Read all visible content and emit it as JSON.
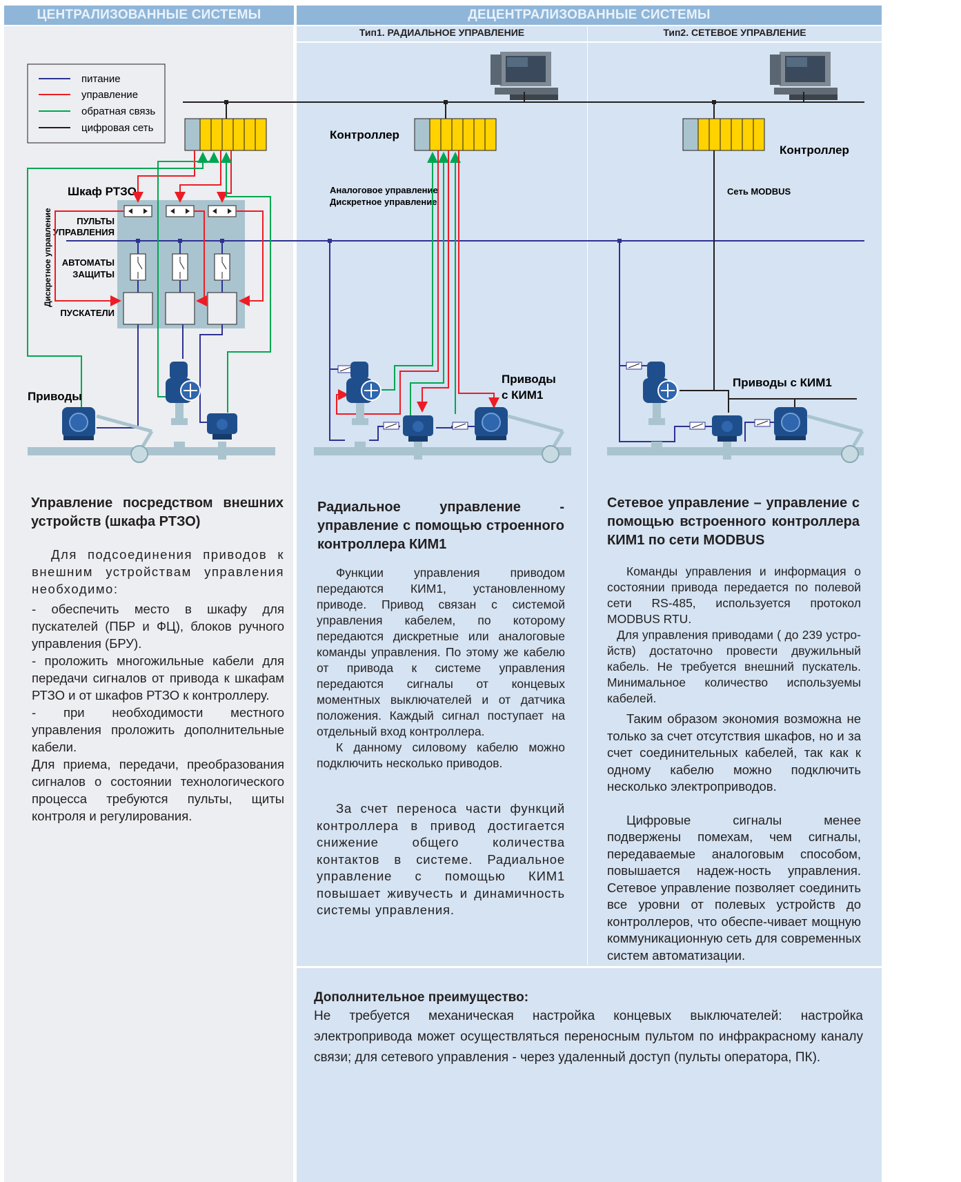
{
  "headers": {
    "centralized": "ЦЕНТРАЛИЗОВАННЫЕ СИСТЕМЫ",
    "decentralized": "ДЕЦЕНТРАЛИЗОВАННЫЕ СИСТЕМЫ",
    "type1": "Тип1. РАДИАЛЬНОЕ УПРАВЛЕНИЕ",
    "type2": "Тип2. СЕТЕВОЕ УПРАВЛЕНИЕ"
  },
  "legend": [
    {
      "label": "питание",
      "color": "#2e3192"
    },
    {
      "label": "управление",
      "color": "#ed1c24"
    },
    {
      "label": "обратная связь",
      "color": "#00a651"
    },
    {
      "label": "цифровая сеть",
      "color": "#231f20"
    }
  ],
  "diagram_labels": {
    "cabinet": "Шкаф РТЗО",
    "discrete_control_vertical": "Дискретное управление",
    "control_panels_1": "ПУЛЬТЫ",
    "control_panels_2": "УПРАВЛЕНИЯ",
    "breakers_1": "АВТОМАТЫ",
    "breakers_2": "ЗАЩИТЫ",
    "starters": "ПУСКАТЕЛИ",
    "drives": "Приводы",
    "controller_1": "Контроллер",
    "analog_control": "Аналоговое управление",
    "discrete_control": "Дискретное управление",
    "drives_kim_1a": "Приводы",
    "drives_kim_1b": "с КИМ1",
    "controller_2": "Контроллер",
    "modbus_net": "Сеть MODBUS",
    "drives_kim_2": "Приводы с КИМ1"
  },
  "colors": {
    "header_blue": "#8fb6d8",
    "panel_left": "#eceef1",
    "panel_right": "#d5e3f2",
    "power": "#2e3192",
    "control": "#ed1c24",
    "feedback": "#00a651",
    "network": "#231f20",
    "controller_yellow": "#ffd200",
    "pipe": "#a9c4cf",
    "device": "#1f4e8c"
  },
  "col1": {
    "heading": "Управление посредством внешних устройств (шкафа РТЗО)",
    "paragraphs": [
      "Для подсоединения приводов к внешним устройствам управления необходимо:",
      "- обеспечить место в шкафу для пускателей (ПБР и ФЦ), блоков ручного управления (БРУ).",
      "- проложить многожильные кабели для передачи сигналов от привода к шкафам РТЗО и от шкафов РТЗО к контроллеру.",
      "- при необходимости местного управления проложить дополнительные кабели.",
      "Для приема, передачи, преобразования сигналов о состоянии технологического процесса требуются пульты, щиты контроля и регулирования."
    ]
  },
  "col2": {
    "heading": "Радиальное управление - управление с помощью строенного контроллера КИМ1",
    "paragraphs": [
      "Функции управления приводом передаются КИМ1, установленному приводе. Привод связан с системой управления кабелем, по которому передаются дискретные или аналоговые команды управления. По этому же кабелю от привода к системе управления передаются сигналы от концевых моментных выключателей и от датчика положения. Каждый сигнал поступает на отдельный вход контроллера.",
      "К данному силовому кабелю можно подключить несколько приводов.",
      "За счет переноса части функций контроллера в привод достигается снижение общего количества контактов в системе. Радиальное управление с помощью КИМ1 повышает живучесть и динамичность системы управления."
    ]
  },
  "col3": {
    "heading": "Сетевое управление – управление с помощью встроенного контроллера КИМ1 по сети MODBUS",
    "paragraphs": [
      "Команды управления и информация о состоянии привода передается по полевой сети RS-485, используется протокол MODBUS RTU.",
      "Для управления приводами ( до 239 устро-йств) достаточно провести двужильный кабель. Не требуется внешний пускатель. Минимальное количество используемы кабелей.",
      "Таким образом экономия возможна не только за счет отсутствия шкафов, но и за счет соединительных кабелей, так как к одному кабелю можно подключить несколько электроприводов.",
      "Цифровые сигналы менее подвержены помехам, чем сигналы, передаваемые аналоговым способом, повышается надеж-ность управления. Сетевое управление позволяет соединить все уровни от полевых устройств до контроллеров, что обеспе-чивает мощную коммуникационную сеть для современных систем автоматизации."
    ]
  },
  "advantage": {
    "title": "Дополнительное преимущество:",
    "text": "Не требуется механическая настройка концевых выключателей: настройка электропривода может осуществляться переносным пультом по инфракрасному каналу связи; для сетевого управления - через удаленный доступ (пульты оператора, ПК)."
  }
}
